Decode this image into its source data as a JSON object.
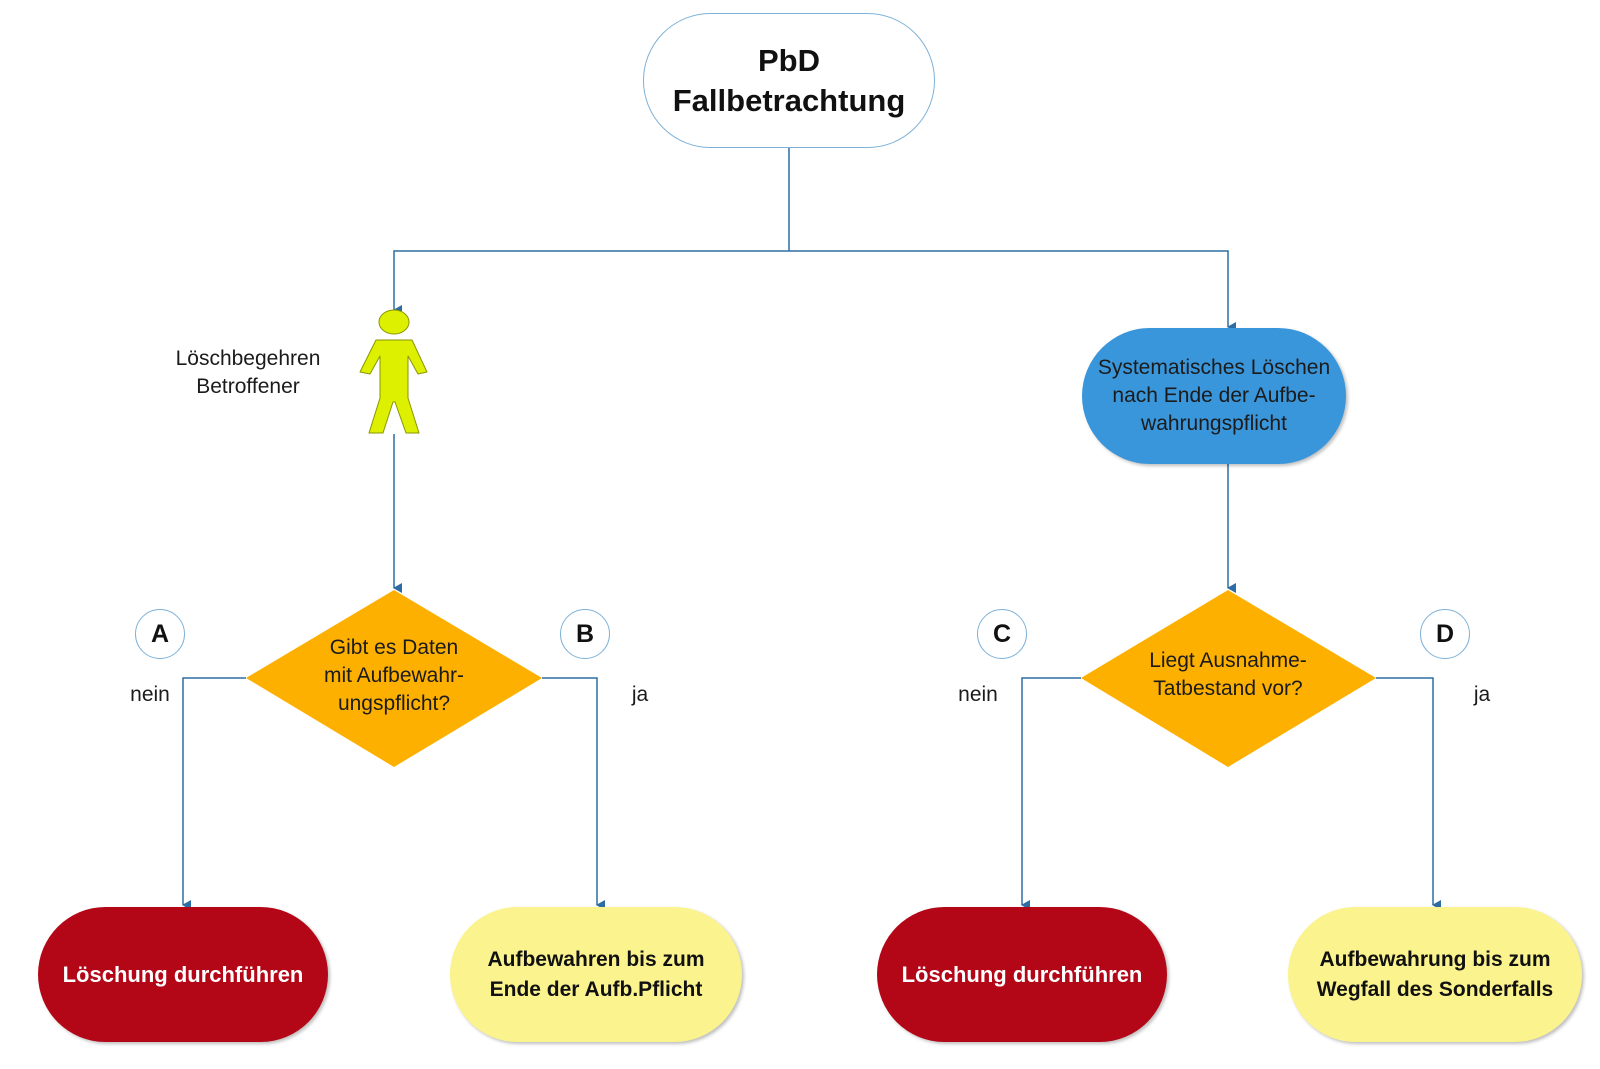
{
  "title": {
    "line1": "PbD",
    "line2": "Fallbetrachtung"
  },
  "actor": {
    "line1": "Löschbegehren",
    "line2": "Betroffener",
    "icon": "person-icon",
    "color": "#ddf000"
  },
  "system_node": {
    "line1": "Systematisches Löschen",
    "line2": "nach Ende der Aufbe-",
    "line3": "wahrungspflicht"
  },
  "decision_left": {
    "line1": "Gibt es Daten",
    "line2": "mit Aufbewahr-",
    "line3": "ungspflicht?"
  },
  "decision_right": {
    "line1": "Liegt Ausnahme-",
    "line2": "Tatbestand vor?"
  },
  "badges": {
    "a": "A",
    "b": "B",
    "c": "C",
    "d": "D"
  },
  "branch_labels": {
    "no_left": "nein",
    "yes_left": "ja",
    "no_right": "nein",
    "yes_right": "ja"
  },
  "outcomes": {
    "a": "Löschung durchführen",
    "b_line1": "Aufbewahren bis zum",
    "b_line2": "Ende der Aufb.Pflicht",
    "c": "Löschung durchführen",
    "d_line1": "Aufbewahrung bis zum",
    "d_line2": "Wegfall des Sonderfalls"
  },
  "colors": {
    "connector": "#2e6da4",
    "decision": "#fdb000",
    "system": "#3a96db",
    "delete": "#b30717",
    "keep": "#fbf38e"
  }
}
